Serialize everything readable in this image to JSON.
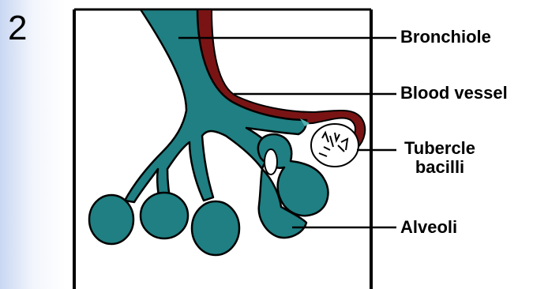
{
  "panel_number": "2",
  "labels": {
    "bronchiole": "Bronchiole",
    "blood_vessel": "Blood vessel",
    "tubercle_line1": "Tubercle",
    "tubercle_line2": "bacilli",
    "alveoli": "Alveoli"
  },
  "colors": {
    "airway_fill": "#1f7f82",
    "vessel_fill": "#7a1414",
    "outline": "#000000",
    "background_gradient_left": "#c9d7f2"
  }
}
